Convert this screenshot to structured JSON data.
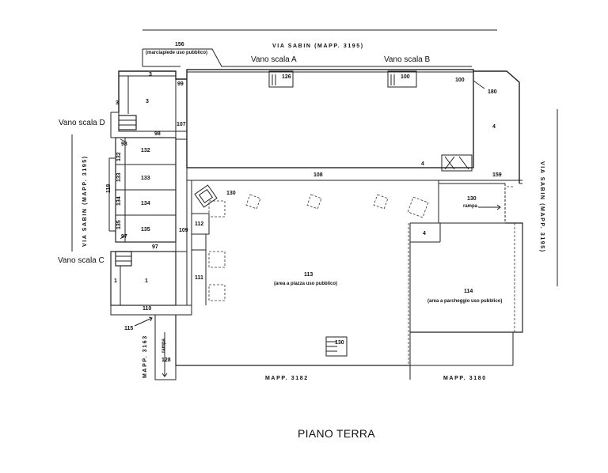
{
  "title": "PIANO TERRA",
  "streets": {
    "top": "VIA SABIN  (MAPP. 3195)",
    "left": "VIA SABIN  (MAPP. 3195)",
    "right": "VIA SABIN  (MAPP. 3195)",
    "bottom_mid": "MAPP. 3182",
    "bottom_right": "MAPP. 3180",
    "left_bottom": "MAPP. 3163"
  },
  "stairs": {
    "a": "Vano scala A",
    "b": "Vano scala B",
    "c": "Vano scala C",
    "d": "Vano scala D"
  },
  "sidewalk": {
    "number": "156",
    "desc": "(marciapiede uso pubblico)"
  },
  "plaza": {
    "number": "113",
    "desc": "(area a piazza uso pubblico)"
  },
  "parking": {
    "number": "114",
    "desc": "(area a parcheggio uso pubblico)"
  },
  "ramp_right": {
    "number": "130",
    "word": "rampa"
  },
  "ramp_left": {
    "number": "128",
    "word": "rampa"
  },
  "units": {
    "u3a": "3",
    "u3b": "3",
    "u99": "99",
    "u126": "126",
    "u100a": "100",
    "u100b": "100",
    "u180": "180",
    "u4a": "4",
    "u107": "107",
    "u98a": "98",
    "u98b": "98",
    "u132": "132",
    "u132s": "132",
    "u133": "133",
    "u133s": "133",
    "u118": "118",
    "u134": "134",
    "u134s": "134",
    "u135": "135",
    "u135s": "135",
    "u97a": "97",
    "u97b": "97",
    "u108": "108",
    "u4b": "4",
    "u159": "159",
    "u130a": "130",
    "u112": "112",
    "u109": "109",
    "u4c": "4",
    "u111": "111",
    "u1a": "1",
    "u1b": "1",
    "u110": "110",
    "u115": "115",
    "u130c": "130"
  }
}
